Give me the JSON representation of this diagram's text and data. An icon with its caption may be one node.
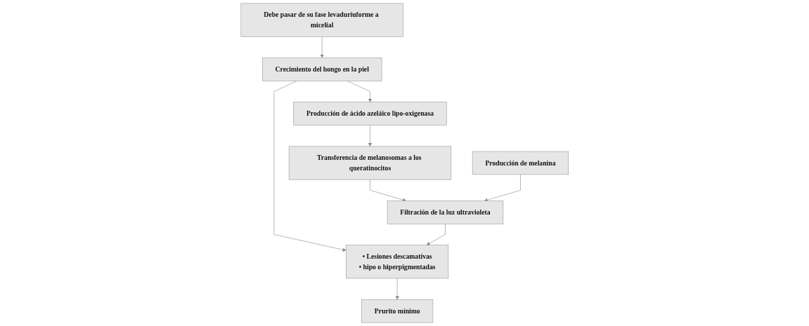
{
  "diagram": {
    "nodes": [
      {
        "text": [
          "Debe pasar de su fase levaduriuforme a micelial"
        ]
      },
      {
        "text": [
          "Crecimiento del hongo en la piel"
        ]
      },
      {
        "text": [
          "Producción de ácido azeláico lipo-oxigenasa"
        ]
      },
      {
        "text": [
          "Transferencia de melanosomas a los queratinocitos"
        ]
      },
      {
        "text": [
          "Producción de melanina"
        ]
      },
      {
        "text": [
          "Filtración de la luz ultravioleta"
        ]
      },
      {
        "text": [
          "• Lesiones descamativas",
          "• hipo o hiperpigmentadas"
        ]
      },
      {
        "text": [
          "Prurito mínimo"
        ]
      }
    ],
    "edges": [
      {
        "from": 0,
        "to": 1,
        "arrow": "to"
      },
      {
        "from": 1,
        "to": 2,
        "arrow": "to"
      },
      {
        "from": 2,
        "to": 3,
        "arrow": "to"
      },
      {
        "from": 1,
        "to": 6,
        "arrow": "to"
      },
      {
        "from": 3,
        "to": 5,
        "arrow": "to"
      },
      {
        "from": 4,
        "to": 5,
        "arrow": "to"
      },
      {
        "from": 5,
        "to": 6,
        "arrow": "to"
      },
      {
        "from": 6,
        "to": 7,
        "arrow": "to"
      }
    ]
  }
}
